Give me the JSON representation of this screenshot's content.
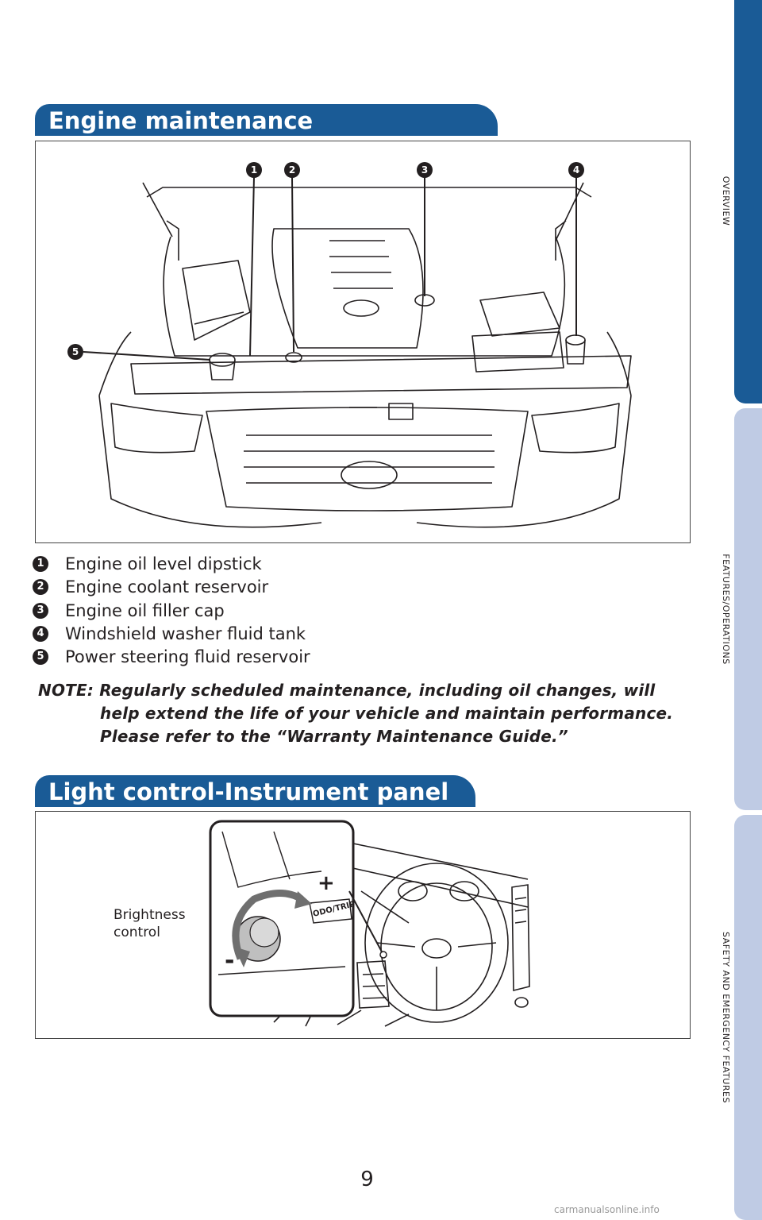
{
  "page": {
    "number": "9",
    "watermark": "carmanualsonline.info"
  },
  "side_tabs": [
    {
      "label": "OVERVIEW",
      "active": true,
      "color": "#1a5b96"
    },
    {
      "label": "FEATURES/OPERATIONS",
      "active": false,
      "color": "#bfcbe4"
    },
    {
      "label": "SAFETY AND EMERGENCY FEATURES",
      "active": false,
      "color": "#bfcbe4"
    }
  ],
  "engine": {
    "heading": "Engine maintenance",
    "legend": [
      {
        "num": "1",
        "label": "Engine oil level dipstick"
      },
      {
        "num": "2",
        "label": "Engine coolant reservoir"
      },
      {
        "num": "3",
        "label": "Engine oil filler cap"
      },
      {
        "num": "4",
        "label": "Windshield washer fluid tank"
      },
      {
        "num": "5",
        "label": "Power steering fluid reservoir"
      }
    ],
    "note": {
      "line1": "NOTE: Regularly scheduled maintenance, including oil changes, will",
      "line2": "help extend the life of your vehicle and maintain performance.",
      "line3": "Please refer to the “Warranty Maintenance Guide.”"
    }
  },
  "light": {
    "heading": "Light control-Instrument panel",
    "callout_line1": "Brightness",
    "callout_line2": "control",
    "plus": "+",
    "minus": "-",
    "button_text": "ODO/TRIP"
  },
  "colors": {
    "brand_blue": "#1a5b96",
    "tab_light": "#bfcbe4",
    "ink": "#231f20"
  }
}
